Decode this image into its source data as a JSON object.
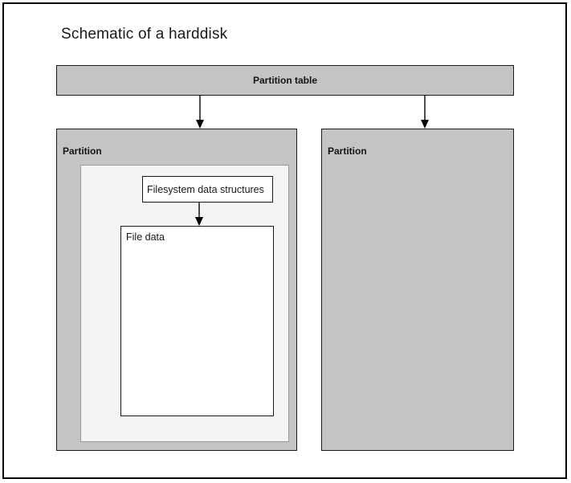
{
  "diagram": {
    "title": "Schematic of a harddisk",
    "partition_table": {
      "label": "Partition table"
    },
    "partitions": [
      {
        "label": "Partition",
        "filesystem_container": {
          "structures_label": "Filesystem data structures",
          "file_data_label": "File data"
        }
      },
      {
        "label": "Partition"
      }
    ],
    "arrows": [
      {
        "name": "arrow-table-to-partition-1"
      },
      {
        "name": "arrow-table-to-partition-2"
      },
      {
        "name": "arrow-fs-to-file-data"
      }
    ],
    "colors": {
      "page_background": "#ffffff",
      "border": "#000000",
      "partition_fill": "#c4c4c4",
      "filesystem_container_fill": "#f4f4f4",
      "filesystem_container_border": "#9a9a9a",
      "inner_box_fill": "#ffffff",
      "text": "#1a1a1a"
    }
  }
}
